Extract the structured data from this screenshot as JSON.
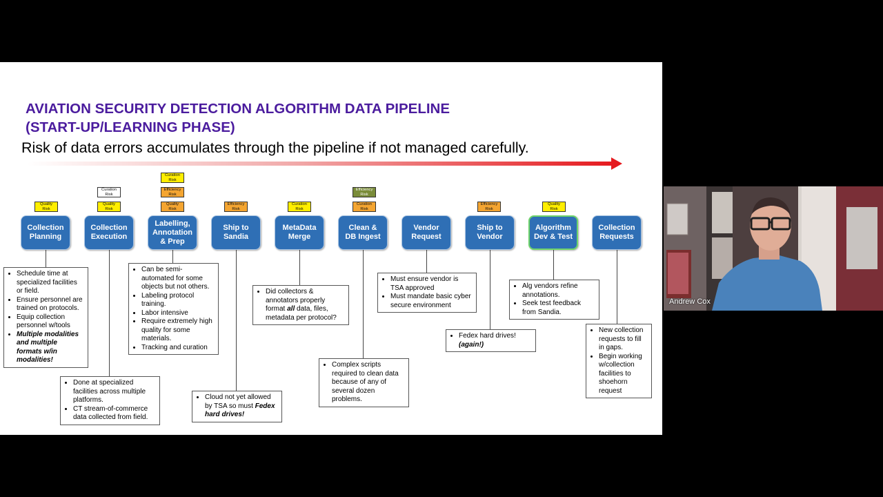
{
  "slide": {
    "title_line1": "AVIATION SECURITY DETECTION ALGORITHM DATA PIPELINE",
    "title_line2": "(START-UP/LEARNING PHASE)",
    "subtitle": "Risk of data errors accumulates through the pipeline if not managed carefully."
  },
  "colors": {
    "title": "#4b1c9e",
    "step_fill": "#2f6fb5",
    "step_highlight_border": "#6fd56a",
    "quality_risk": "#ffee00",
    "efficiency_risk": "#f4a531",
    "arrow_end": "#e5161b"
  },
  "steps": [
    {
      "label": "Collection\nPlanning",
      "risks": [
        "Quality\nRisk"
      ]
    },
    {
      "label": "Collection\nExecution",
      "risks": [
        "Curation\nRisk",
        "Quality\nRisk"
      ]
    },
    {
      "label": "Labelling,\nAnnotation\n& Prep",
      "risks": [
        "Curation\nRisk",
        "Efficiency\nRisk",
        "Quality\nRisk"
      ]
    },
    {
      "label": "Ship to\nSandia",
      "risks": [
        "Efficiency\nRisk"
      ]
    },
    {
      "label": "MetaData\nMerge",
      "risks": [
        "Curation\nRisk"
      ]
    },
    {
      "label": "Clean &\nDB Ingest",
      "risks": [
        "Efficiency\nRisk",
        "Curation\nRisk"
      ]
    },
    {
      "label": "Vendor\nRequest",
      "risks": []
    },
    {
      "label": "Ship to\nVendor",
      "risks": [
        "Efficiency\nRisk"
      ]
    },
    {
      "label": "Algorithm\nDev & Test",
      "risks": [
        "Quality\nRisk"
      ]
    },
    {
      "label": "Collection\nRequests",
      "risks": []
    }
  ],
  "notes": {
    "planning": [
      "Schedule time at specialized facilities or field.",
      "Ensure personnel are trained on protocols.",
      "Equip collection personnel w/tools",
      "Multiple modalities and multiple formats w/in modalities!"
    ],
    "execution": [
      "Done at specialized facilities across multiple platforms.",
      "CT stream-of-commerce data collected from field."
    ],
    "labelling": [
      "Can be semi-automated for some objects but not others.",
      "Labeling protocol training.",
      "Labor intensive",
      "Require extremely high quality for some materials.",
      "Tracking and curation"
    ],
    "ship_sandia": {
      "text": "Cloud not yet allowed by TSA so must",
      "emph": "Fedex hard drives!"
    },
    "metadata": {
      "pre": "Did collectors & annotators properly format ",
      "emph": "all",
      "post": " data, files, metadata per protocol?"
    },
    "clean": [
      "Complex scripts required to clean data because of any of several dozen problems."
    ],
    "vendor_request": [
      "Must ensure vendor is TSA approved",
      "Must mandate basic cyber secure environment"
    ],
    "ship_vendor": {
      "text": "Fedex hard drives!",
      "emph": "(again!)"
    },
    "algorithm": [
      "Alg vendors refine annotations.",
      "Seek test feedback from Sandia."
    ],
    "requests": [
      "New collection requests to fill in gaps.",
      "Begin working w/collection facilities to shoehorn request"
    ]
  },
  "webcam": {
    "name": "Andrew Cox"
  }
}
